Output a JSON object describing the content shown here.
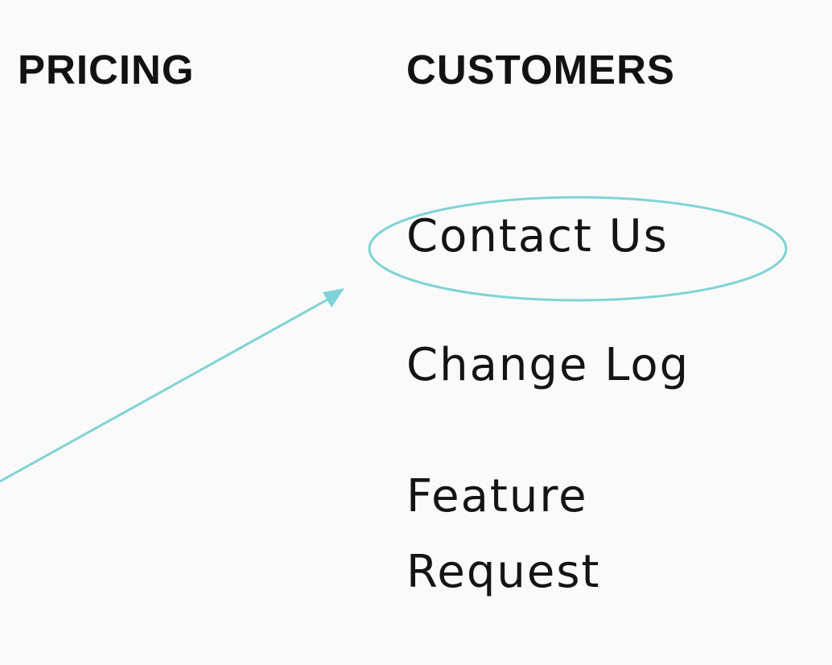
{
  "nav": {
    "pricing_label": "PRICING",
    "customers_label": "CUSTOMERS"
  },
  "footer_links": {
    "contact_us": "Contact Us",
    "change_log": "Change Log",
    "feature_request": "Feature Request"
  },
  "annotation": {
    "color": "#7fd3d6",
    "highlighted_item": "Contact Us"
  }
}
